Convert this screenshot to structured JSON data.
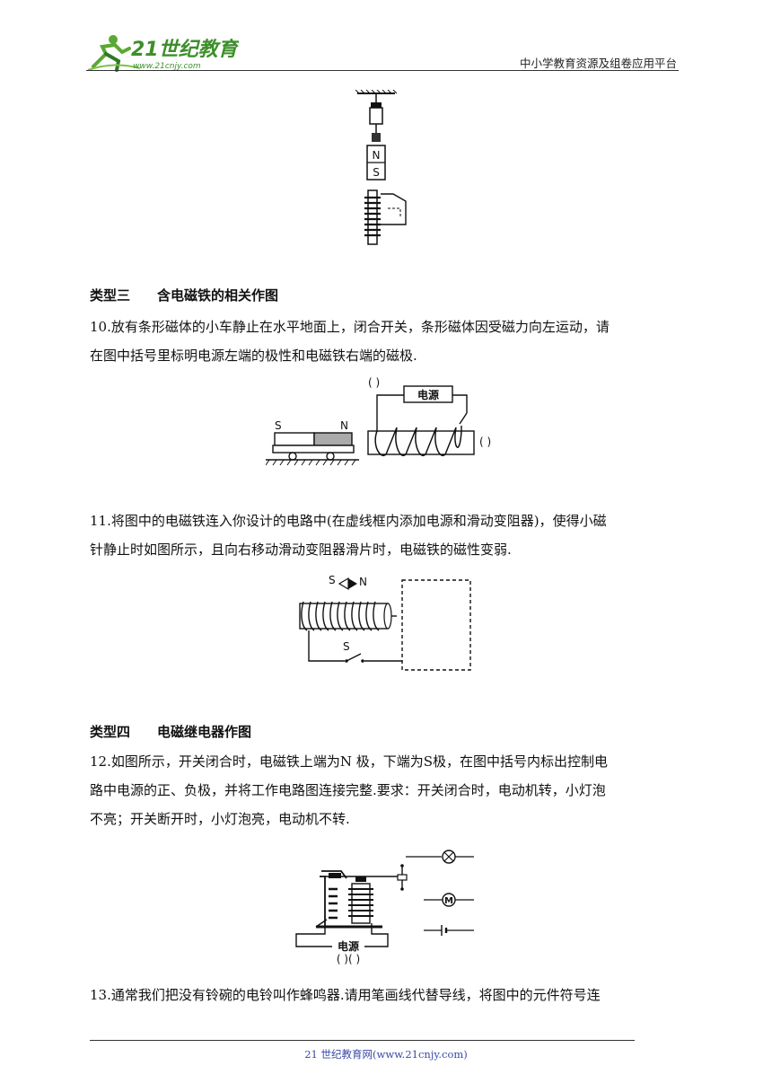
{
  "header": {
    "logo_text": "21世纪教育",
    "logo_url": "www.21cnjy.com",
    "platform": "中小学教育资源及组卷应用平台"
  },
  "fig_top": {
    "label_n": "N",
    "label_s": "S"
  },
  "section3": {
    "heading": "类型三　　含电磁铁的相关作图"
  },
  "q10": {
    "lines": [
      "10.放有条形磁体的小车静止在水平地面上，闭合开关，条形磁体因受磁力向左运动，请",
      "在图中括号里标明电源左端的极性和电磁铁右端的磁极."
    ],
    "fig": {
      "power": "电源",
      "bracket": "(    )",
      "label_s": "S",
      "label_n": "N"
    }
  },
  "q11": {
    "lines": [
      "11.将图中的电磁铁连入你设计的电路中(在虚线框内添加电源和滑动变阻器)，使得小磁",
      "针静止时如图所示，且向右移动滑动变阻器滑片时，电磁铁的磁性变弱."
    ],
    "fig": {
      "label_s": "S",
      "label_n": "N",
      "switch": "S"
    }
  },
  "section4": {
    "heading": "类型四　　电磁继电器作图"
  },
  "q12": {
    "lines": [
      "12.如图所示，开关闭合时，电磁铁上端为N 极，下端为S极，在图中括号内标出控制电",
      "路中电源的正、负极，并将工作电路图连接完整.要求：开关闭合时，电动机转，小灯泡",
      "不亮；开关断开时，小灯泡亮，电动机不转."
    ],
    "fig": {
      "power": "电源",
      "brackets": "(   )(   )",
      "motor": "M"
    }
  },
  "q13": {
    "lines": [
      "13.通常我们把没有铃碗的电铃叫作蜂鸣器.请用笔画线代替导线，将图中的元件符号连"
    ]
  },
  "footer": {
    "text": "21 世纪教育网(www.21cnjy.com)"
  }
}
